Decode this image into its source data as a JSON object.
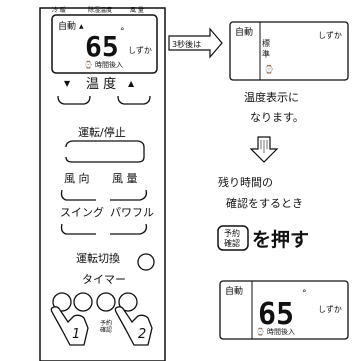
{
  "remote": {
    "top_labels": [
      "冷 暖",
      "除湿温度",
      "風 量"
    ],
    "lcd": {
      "mode": "自動",
      "digits": "65",
      "degree_symbol": "°",
      "quiet": "しずか",
      "timer": "⌚ 時間後入"
    },
    "temp_label": "温 度",
    "temp_down_arrow": "▼",
    "temp_up_arrow": "▲",
    "run_stop": "運転/停止",
    "fan_direction": "風 向",
    "fan_speed": "風 量",
    "swing": "スイング",
    "powerful": "パワフル",
    "mode_switch": "運転切換",
    "timer_label": "タイマー",
    "confirm_button": "予約\n確認",
    "step1": "1",
    "step2": "2"
  },
  "arrow_tag": "3秒後は",
  "lcd_after": {
    "mode": "自動",
    "standard": "標\n準",
    "quiet": "しずか",
    "timer_icon": "⌚"
  },
  "caption1_line1": "温度表示に",
  "caption1_line2": "なります。",
  "caption2_line1": "残り時間の",
  "caption2_line2": "確認をするとき",
  "press_badge": "予約\n確認",
  "press_text": "を押す",
  "lcd_bottom": {
    "mode": "自動",
    "digits": "65",
    "degree_symbol": "°",
    "quiet": "しずか",
    "timer": "⌚ 時間後入"
  }
}
